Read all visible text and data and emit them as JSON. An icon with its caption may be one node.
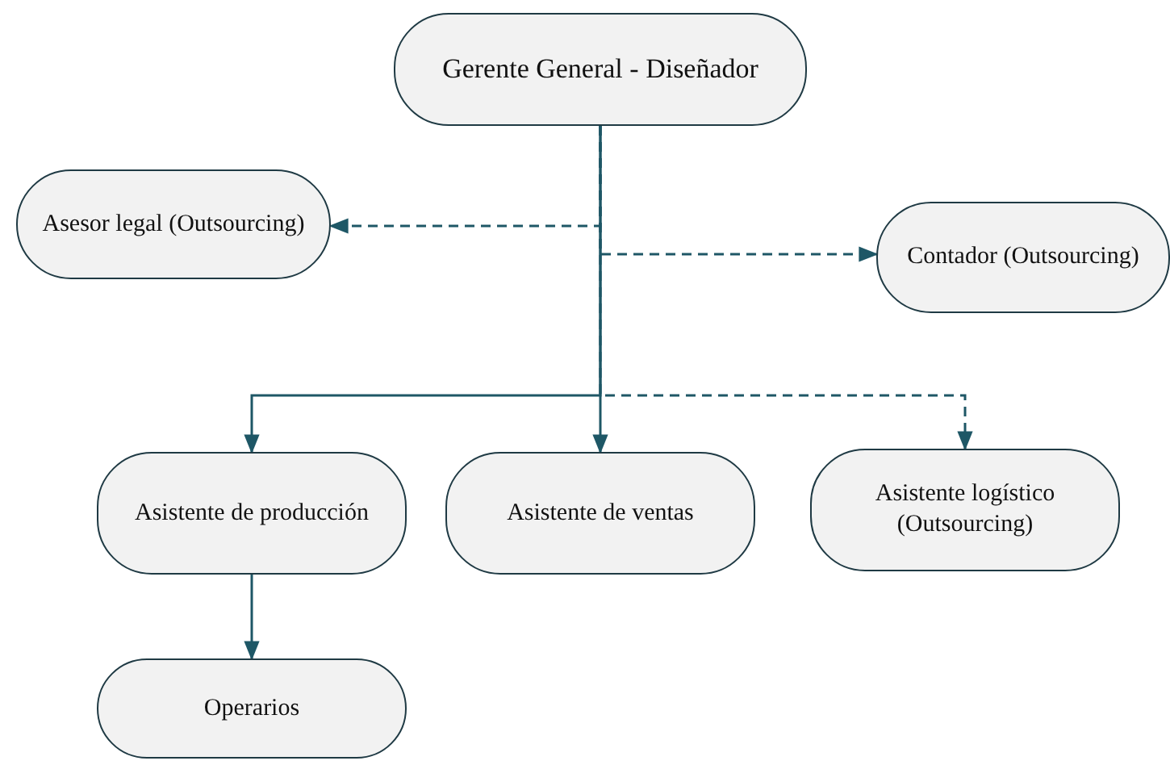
{
  "diagram": {
    "nodes": [
      {
        "text": [
          "Gerente General - Diseñador"
        ]
      },
      {
        "text": [
          "Asesor legal (Outsourcing)"
        ]
      },
      {
        "text": [
          "Contador (Outsourcing)"
        ]
      },
      {
        "text": [
          "Asistente de producción"
        ]
      },
      {
        "text": [
          "Asistente de ventas"
        ]
      },
      {
        "text": [
          "Asistente logístico (Outsourcing)"
        ]
      },
      {
        "text": [
          "Operarios"
        ]
      }
    ],
    "edges": [
      {
        "from": 0,
        "to": 1,
        "arrow": "to",
        "style": "dashed"
      },
      {
        "from": 0,
        "to": 2,
        "arrow": "to",
        "style": "dashed"
      },
      {
        "from": 0,
        "to": 3,
        "arrow": "to"
      },
      {
        "from": 0,
        "to": 4,
        "arrow": "to"
      },
      {
        "from": 0,
        "to": 5,
        "arrow": "to",
        "style": "dashed"
      },
      {
        "from": 3,
        "to": 6,
        "arrow": "to"
      }
    ]
  }
}
